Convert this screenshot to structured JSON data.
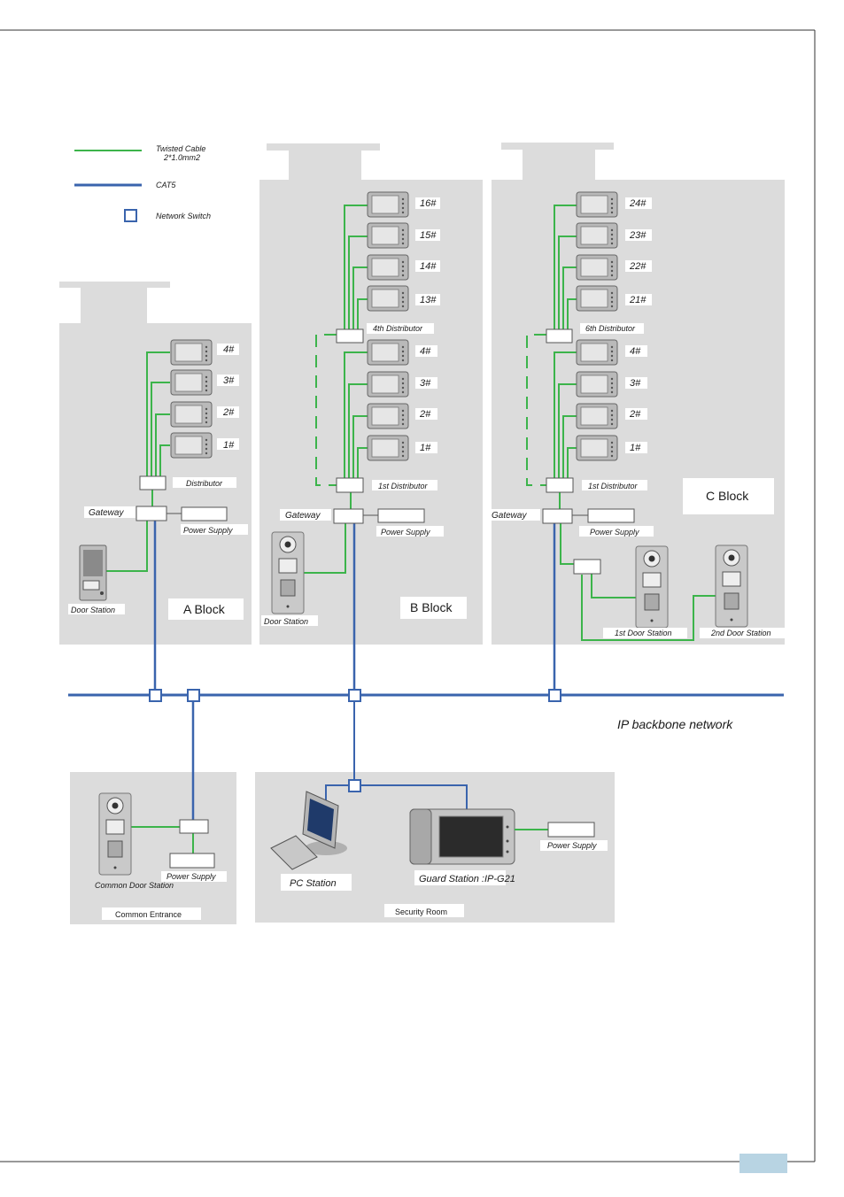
{
  "legend": {
    "twisted_cable": "Twisted Cable",
    "twisted_cable_spec": "2*1.0mm2",
    "cat5": "CAT5",
    "network_switch": "Network Switch"
  },
  "colors": {
    "twisted": "#3cb44b",
    "cat5": "#3a64ad",
    "block_bg": "#dcdcdc",
    "switch_border": "#3a64ad"
  },
  "block_a": {
    "name": "A Block",
    "monitors": [
      "4#",
      "3#",
      "2#",
      "1#"
    ],
    "distributor": "Distributor",
    "gateway": "Gateway",
    "power_supply": "Power Supply",
    "door_station": "Door Station"
  },
  "block_b": {
    "name": "B Block",
    "upper_monitors": [
      "16#",
      "15#",
      "14#",
      "13#"
    ],
    "lower_monitors": [
      "4#",
      "3#",
      "2#",
      "1#"
    ],
    "upper_distributor": "4th Distributor",
    "lower_distributor": "1st Distributor",
    "gateway": "Gateway",
    "power_supply": "Power Supply",
    "door_station": "Door Station"
  },
  "block_c": {
    "name": "C Block",
    "upper_monitors": [
      "24#",
      "23#",
      "22#",
      "21#"
    ],
    "lower_monitors": [
      "4#",
      "3#",
      "2#",
      "1#"
    ],
    "upper_distributor": "6th Distributor",
    "lower_distributor": "1st Distributor",
    "gateway": "Gateway",
    "power_supply": "Power Supply",
    "door_station_1": "1st Door Station",
    "door_station_2": "2nd Door Station"
  },
  "backbone": {
    "label": "IP backbone network"
  },
  "common_entrance": {
    "title": "Common Entrance",
    "door_station": "Common Door Station",
    "power_supply": "Power Supply"
  },
  "security_room": {
    "title": "Security Room",
    "pc_station": "PC Station",
    "guard_station": "Guard Station :IP-G21",
    "power_supply": "Power Supply"
  }
}
